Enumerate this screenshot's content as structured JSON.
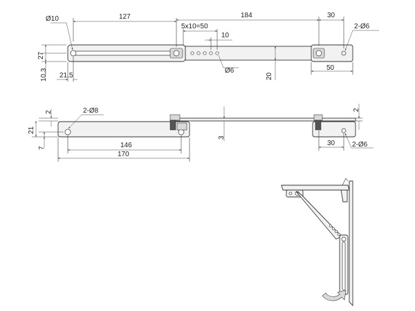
{
  "top_view": {
    "dim_hole_main": "Ø10",
    "dim_slot_length": "127",
    "dim_arm_length": "184",
    "dim_end_offset": "30",
    "dim_end_holes": "2-Ø6",
    "dim_hole_pitch": "5x10=50",
    "dim_pitch_single": "10",
    "dim_adjust_hole": "Ø6",
    "dim_width": "27",
    "dim_edge": "10.3",
    "dim_slot_offset": "21.5",
    "dim_arm_height": "20",
    "dim_bracket_length": "50"
  },
  "side_view": {
    "dim_top_gap": "2",
    "dim_pivot_holes": "2-Ø8",
    "dim_height": "21",
    "dim_lower_edge": "7",
    "dim_hole_spacing": "146",
    "dim_overall": "170",
    "dim_arm_thickness": "3",
    "dim_right_gap": "2",
    "dim_bracket_offset": "30",
    "dim_bracket_holes": "2-Ø6"
  }
}
